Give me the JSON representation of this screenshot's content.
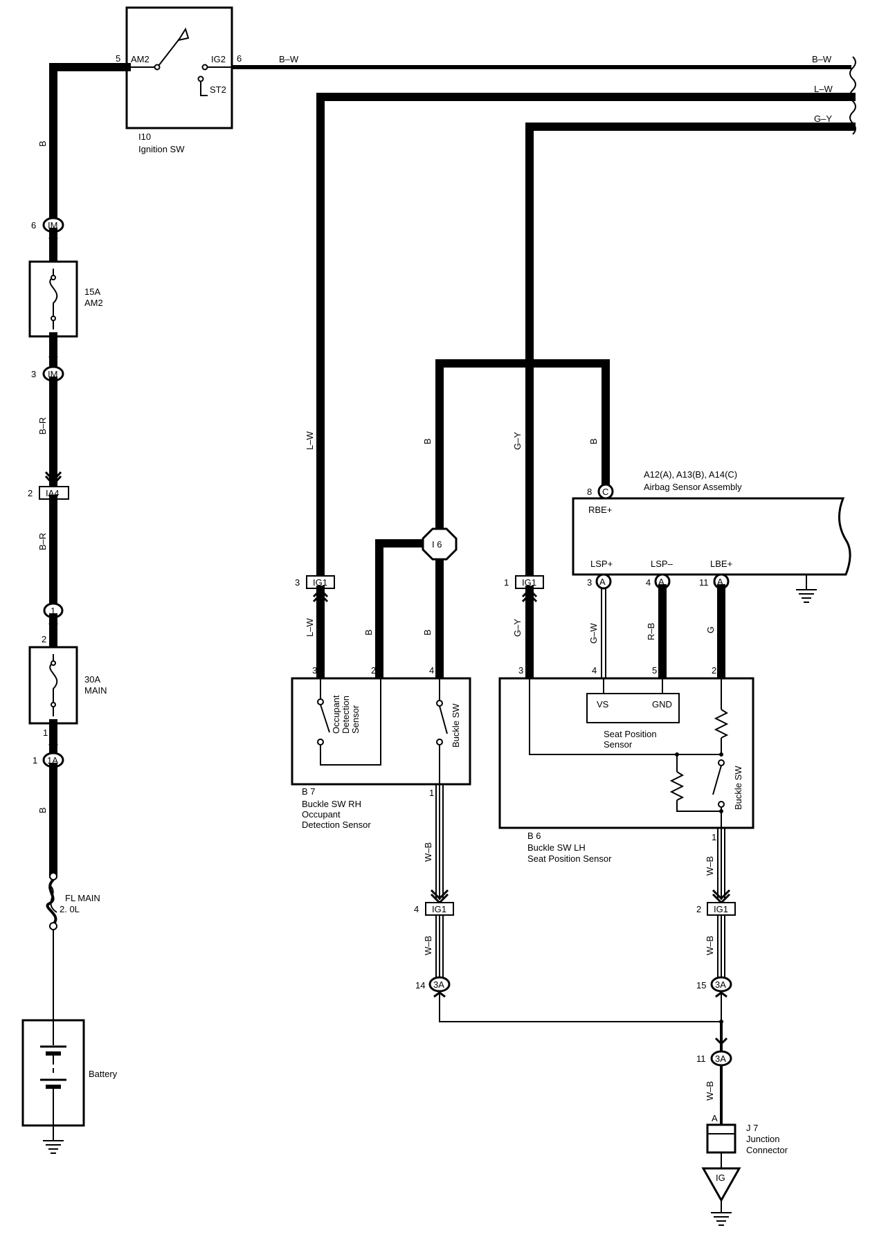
{
  "ignition_sw": {
    "id": "I10",
    "name": "Ignition SW",
    "pin_am2": "5",
    "term_am2": "AM2",
    "term_ig2": "IG2",
    "pin_ig2": "6",
    "term_st2": "ST2"
  },
  "wires": {
    "bw": "B–W",
    "lw": "L–W",
    "gy": "G–Y",
    "b": "B",
    "br": "B–R",
    "gw": "G–W",
    "rb": "R–B",
    "g": "G",
    "wb": "W–B"
  },
  "left_chain": {
    "im_top_pin": "6",
    "im_label": "IM",
    "fuse_am2_rating": "15A",
    "fuse_am2_name": "AM2",
    "im_bottom_pin": "3",
    "ia4_pin": "2",
    "ia4_label": "IA4",
    "conn1_label": "1",
    "conn1_pin": "2",
    "fuse_main_rating": "30A",
    "fuse_main_name": "MAIN",
    "fuse_main_pin": "1",
    "conn1a_pin": "1",
    "conn1a_label": "1A",
    "fl_main_name": "FL MAIN",
    "fl_main_rating": "2. 0L",
    "battery": "Battery"
  },
  "splice": {
    "label": "I 6"
  },
  "ig1": {
    "label": "IG1",
    "left_pin": "3",
    "mid_pin": "1",
    "b7_pin": "4",
    "b6_pin": "2"
  },
  "airbag": {
    "ids": "A12(A), A13(B), A14(C)",
    "name": "Airbag Sensor Assembly",
    "rbe_pin": "8",
    "rbe_conn": "C",
    "rbe": "RBE+",
    "lsp_plus": "LSP+",
    "lsp_minus": "LSP–",
    "lbe_plus": "LBE+",
    "pin_lsp_plus": "3",
    "pin_lsp_minus": "4",
    "pin_lbe_plus": "11",
    "conn_a": "A"
  },
  "b7": {
    "id": "B 7",
    "name_line1": "Buckle SW RH",
    "name_line2": "Occupant",
    "name_line3": "Detection Sensor",
    "pin3": "3",
    "pin2": "2",
    "pin4": "4",
    "pin1": "1",
    "ods_line1": "Occupant",
    "ods_line2": "Detection",
    "ods_line3": "Sensor",
    "buckle_sw": "Buckle SW"
  },
  "b6": {
    "id": "B 6",
    "name_line1": "Buckle SW LH",
    "name_line2": "Seat Position Sensor",
    "pin3": "3",
    "pin4": "4",
    "pin5": "5",
    "pin2": "2",
    "pin1": "1",
    "vs": "VS",
    "gnd": "GND",
    "sps_line1": "Seat Position",
    "sps_line2": "Sensor",
    "buckle_sw": "Buckle SW"
  },
  "bottom": {
    "conn3a": "3A",
    "pin14": "14",
    "pin15": "15",
    "pin11": "11",
    "j7_pin": "A",
    "j7_id": "J 7",
    "j7_line1": "Junction",
    "j7_line2": "Connector",
    "ig_label": "IG"
  }
}
